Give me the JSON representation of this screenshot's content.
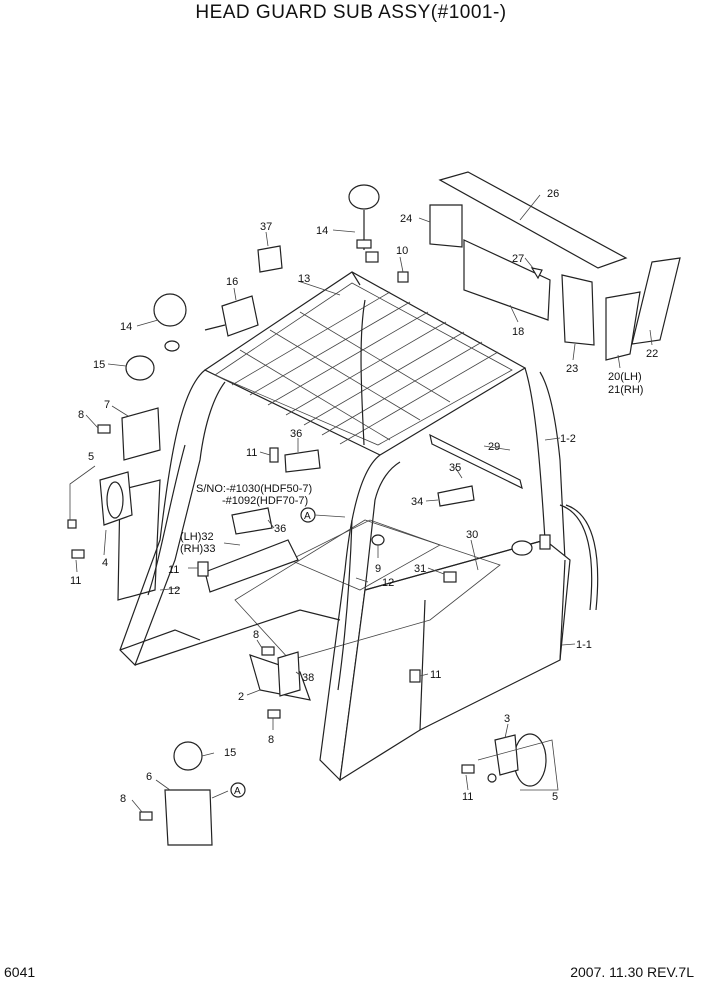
{
  "title": "HEAD GUARD SUB ASSY(#1001-)",
  "page_number": "6041",
  "revision": "2007. 11.30  REV.7L",
  "serial_note": {
    "line1": "S/NO:-#1030(HDF50-7)",
    "line2": "-#1092(HDF70-7)"
  },
  "callouts": {
    "c26": "26",
    "c24": "24",
    "c27": "27",
    "c18": "18",
    "c23": "23",
    "c22": "22",
    "c20": "20(LH)",
    "c21": "21(RH)",
    "c14a": "14",
    "c14b": "14",
    "c10": "10",
    "c37": "37",
    "c13": "13",
    "c16": "16",
    "c15a": "15",
    "c15b": "15",
    "c8a": "8",
    "c8b": "8",
    "c8c": "8",
    "c8d": "8",
    "c7": "7",
    "c5a": "5",
    "c5b": "5",
    "c4": "4",
    "c11a": "11",
    "c11b": "11",
    "c11c": "11",
    "c11d": "11",
    "c11e": "11",
    "c12a": "12",
    "c12b": "12",
    "c36a": "36",
    "c36b": "36",
    "c32": "(LH)32",
    "c33": "(RH)33",
    "c29": "29",
    "c1_2": "1-2",
    "c1_1": "1-1",
    "c35": "35",
    "c34": "34",
    "c30": "30",
    "c9": "9",
    "c31": "31",
    "c2": "2",
    "c38": "38",
    "c3": "3",
    "c6": "6",
    "markerA1": "A",
    "markerA2": "A"
  }
}
